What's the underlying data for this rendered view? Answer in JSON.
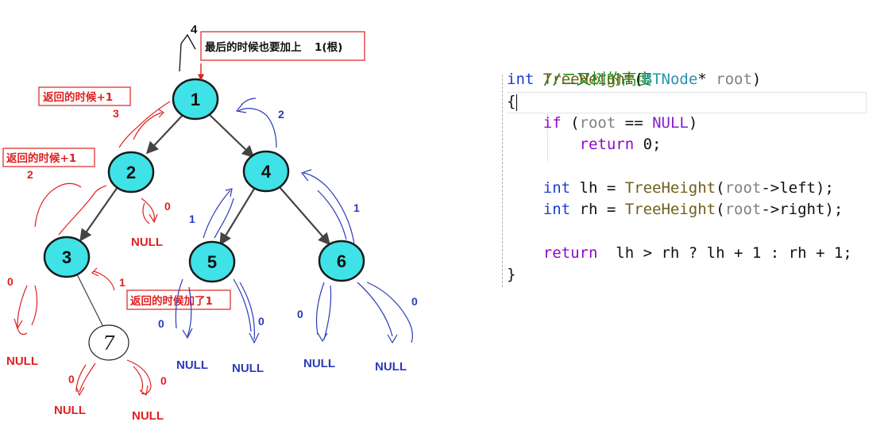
{
  "tree": {
    "nodes": [
      {
        "id": "1",
        "label": "1"
      },
      {
        "id": "2",
        "label": "2"
      },
      {
        "id": "4",
        "label": "4"
      },
      {
        "id": "3",
        "label": "3"
      },
      {
        "id": "5",
        "label": "5"
      },
      {
        "id": "6",
        "label": "6"
      },
      {
        "id": "7",
        "label": "7"
      }
    ],
    "null_label": "NULL"
  },
  "annotations": {
    "top_result": "4",
    "callout_final": {
      "prefix": "最后的时候也要加上",
      "value": "1(根)"
    },
    "callout_return_plus1_a": "返回的时候+1",
    "callout_return_plus1_b": "返回的时候+1",
    "callout_return_added1": "返回的时候加了1",
    "value_3": "3",
    "value_2_red": "2",
    "value_2_blue": "2",
    "value_1_blue_left": "1",
    "value_1_blue_right": "1",
    "value_1_red": "1",
    "zero": "0"
  },
  "code": {
    "comment": "//二叉树的高度",
    "signature": {
      "ret_type": "int",
      "func": "TreeHeight",
      "open": "(",
      "param_type": "BTNode",
      "ptr": "* ",
      "param": "root",
      "close": ")"
    },
    "open_brace": "{",
    "if_kw": "if",
    "if_open": " (",
    "if_var": "root",
    "if_op": " == ",
    "null_macro": "NULL",
    "if_close": ")",
    "return_kw": "return",
    "return_zero": " 0;",
    "lh_type": "int",
    "lh_name": " lh = ",
    "lh_call": "TreeHeight",
    "lh_arg_open": "(",
    "lh_arg_var": "root",
    "lh_arg_rest": "->left);",
    "rh_type": "int",
    "rh_name": " rh = ",
    "rh_call": "TreeHeight",
    "rh_arg_open": "(",
    "rh_arg_var": "root",
    "rh_arg_rest": "->right);",
    "final_return_kw": "return",
    "final_return_expr": "  lh > rh ? lh + 1 : rh + 1;",
    "close_brace": "}"
  },
  "colors": {
    "node_fill": "#3fe2e6",
    "annotation_red": "#e02020",
    "annotation_blue": "#2a3ab8",
    "code_comment": "#118a11",
    "code_keyword": "#1a3cd6",
    "code_function": "#6e5f1a",
    "code_type": "#2b91af",
    "code_macro": "#8a1ec9"
  }
}
